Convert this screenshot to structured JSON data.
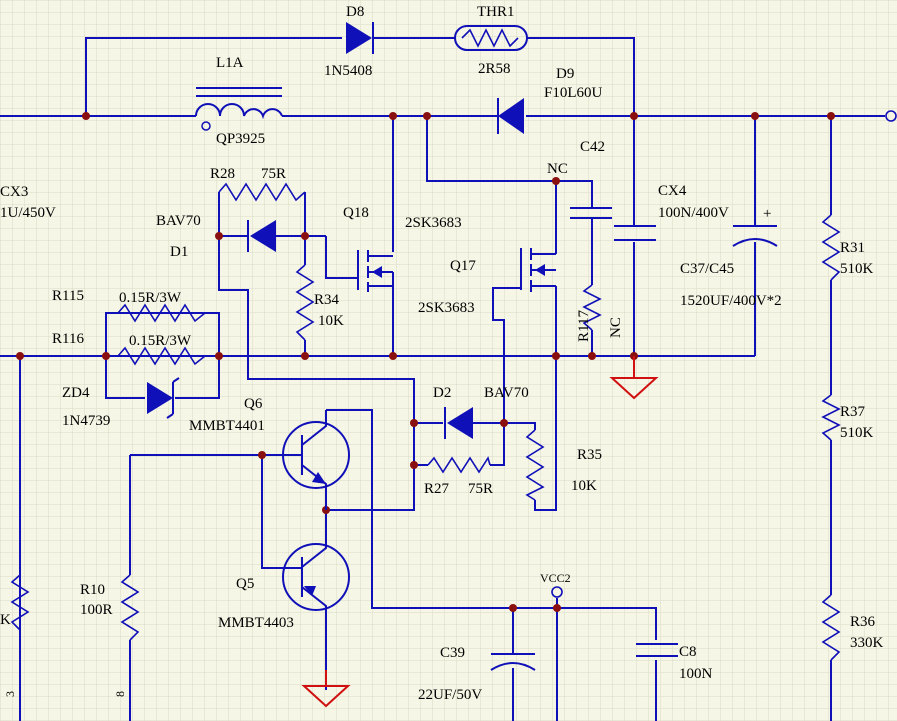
{
  "colors": {
    "background": "#f6f6e6",
    "grid": "#d8dcc6",
    "wire": "#1010b8",
    "junction": "#8a1010",
    "ground": "#d01010",
    "text": "#000000"
  },
  "components": {
    "d8": {
      "ref": "D8",
      "value": "1N5408"
    },
    "thr1": {
      "ref": "THR1",
      "value": "2R58"
    },
    "l1a": {
      "ref": "L1A",
      "value": "QP3925"
    },
    "d9": {
      "ref": "D9",
      "value": "F10L60U"
    },
    "cx3": {
      "ref": "CX3",
      "value": "1U/450V"
    },
    "r28": {
      "ref": "R28",
      "value": "75R"
    },
    "d1": {
      "ref": "D1",
      "value": "BAV70"
    },
    "q18": {
      "ref": "Q18",
      "value": "2SK3683"
    },
    "r34": {
      "ref": "R34",
      "value": "10K"
    },
    "q17": {
      "ref": "Q17",
      "value": "2SK3683"
    },
    "c42": {
      "ref": "C42",
      "nc_top": "NC"
    },
    "r117": {
      "ref": "R117",
      "nc": "NC"
    },
    "cx4": {
      "ref": "CX4",
      "value": "100N/400V"
    },
    "c37": {
      "ref": "C37/C45",
      "value": "1520UF/400V*2",
      "polarity": "+"
    },
    "r31": {
      "ref": "R31",
      "value": "510K"
    },
    "r37": {
      "ref": "R37",
      "value": "510K"
    },
    "r36": {
      "ref": "R36",
      "value": "330K"
    },
    "r115": {
      "ref": "R115",
      "value": "0.15R/3W"
    },
    "r116": {
      "ref": "R116",
      "value": "0.15R/3W"
    },
    "zd4": {
      "ref": "ZD4",
      "value": "1N4739"
    },
    "q6": {
      "ref": "Q6",
      "value": "MMBT4401"
    },
    "q5": {
      "ref": "Q5",
      "value": "MMBT4403"
    },
    "d2": {
      "ref": "D2",
      "value": "BAV70"
    },
    "r27": {
      "ref": "R27",
      "value": "75R"
    },
    "r35": {
      "ref": "R35",
      "value": "10K"
    },
    "r10": {
      "ref": "R10",
      "value": "100R"
    },
    "c39": {
      "ref": "C39",
      "value": "22UF/50V"
    },
    "c8": {
      "ref": "C8",
      "value": "100N"
    },
    "vcc2": {
      "net": "VCC2"
    }
  },
  "edge_fragments": {
    "left_resistor_value": "K",
    "left_pin_bottom": "3",
    "r10_pin_bottom": "8"
  }
}
